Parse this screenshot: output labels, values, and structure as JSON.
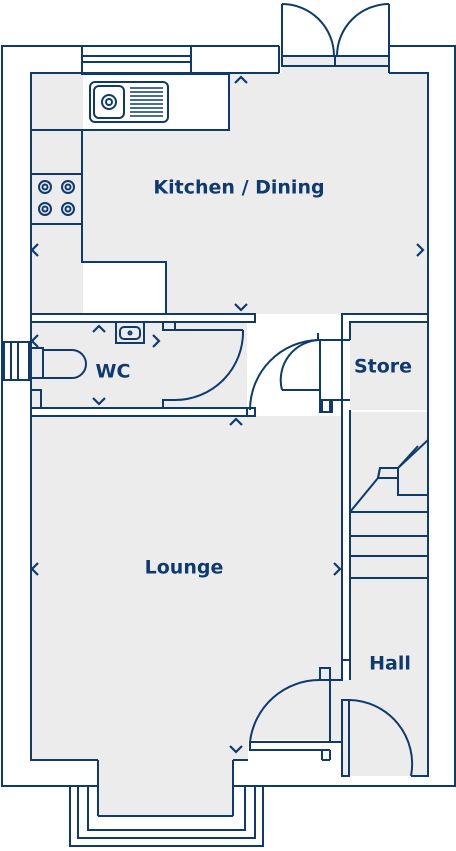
{
  "colors": {
    "wall_stroke": "#0f3a6e",
    "room_fill": "#ececed",
    "background": "#ffffff",
    "label": "#0f3a6e"
  },
  "rooms": {
    "kitchen": {
      "label": "Kitchen / Dining"
    },
    "wc": {
      "label": "WC"
    },
    "store": {
      "label": "Store"
    },
    "lounge": {
      "label": "Lounge"
    },
    "hall": {
      "label": "Hall"
    }
  },
  "icons": [
    "kitchen-sink-icon",
    "hob-icon",
    "toilet-icon",
    "basin-icon",
    "door-swing-icon",
    "window-icon",
    "staircase-icon",
    "measurement-arrow-icon"
  ]
}
